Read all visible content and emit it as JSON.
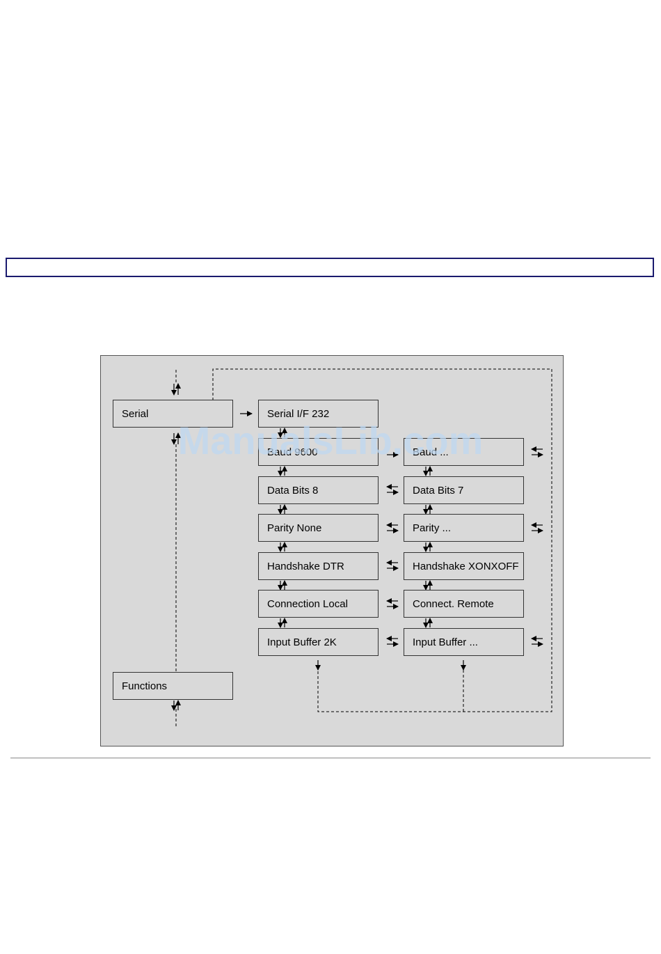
{
  "colors": {
    "frame_bg": "#d9d9d9",
    "title_border": "#1a1a6e",
    "watermark": "#bed7f0"
  },
  "watermark": "ManualsLib.com",
  "menu": {
    "serial": "Serial",
    "functions": "Functions"
  },
  "settings_left": [
    "Serial I/F 232",
    "Baud 9600",
    "Data Bits 8",
    "Parity None",
    "Handshake DTR",
    "Connection Local",
    "Input Buffer 2K"
  ],
  "settings_right": [
    "Baud ...",
    "Data Bits 7",
    "Parity ...",
    "Handshake XONXOFF",
    "Connect. Remote",
    "Input Buffer ..."
  ]
}
